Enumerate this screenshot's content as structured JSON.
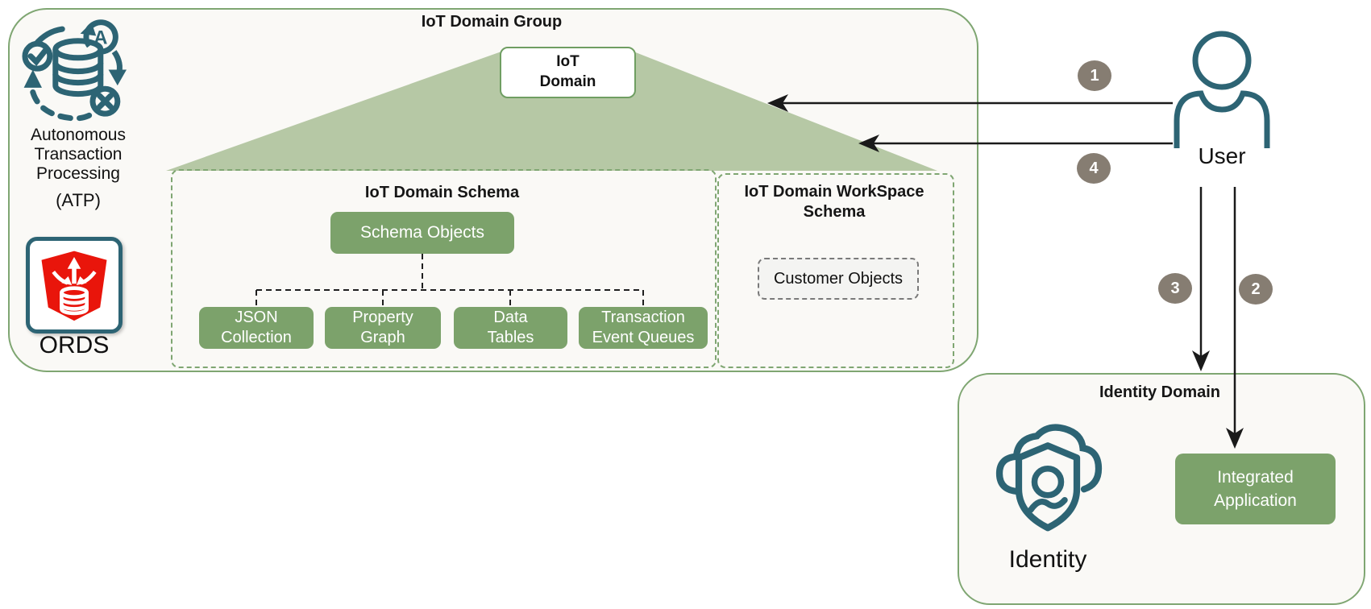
{
  "colors": {
    "teal": "#2d6474",
    "box_green": "#7ca26b",
    "border_green": "#7fa672",
    "triangle_green": "#b6c8a5",
    "panel_bg": "#faf9f6",
    "ords_red": "#e9150b",
    "badge_taupe": "#867d72",
    "arrow_black": "#1a1a1a"
  },
  "iot_domain_group": {
    "title": "IoT Domain Group",
    "domain_box": {
      "line1": "IoT",
      "line2": "Domain"
    },
    "schema": {
      "title": "IoT Domain Schema",
      "root_box": "Schema Objects",
      "children": [
        {
          "line1": "JSON",
          "line2": "Collection"
        },
        {
          "line1": "Property",
          "line2": "Graph"
        },
        {
          "line1": "Data",
          "line2": "Tables"
        },
        {
          "line1": "Transaction",
          "line2": "Event Queues"
        }
      ]
    },
    "workspace": {
      "title_line1": "IoT Domain WorkSpace",
      "title_line2": "Schema",
      "customer_box": "Customer Objects"
    }
  },
  "left_panel": {
    "atp_name_line1": "Autonomous",
    "atp_name_line2": "Transaction",
    "atp_name_line3": "Processing",
    "atp_abbrev": "(ATP)",
    "ords_label": "ORDS"
  },
  "user": {
    "label": "User"
  },
  "identity_domain": {
    "title": "Identity Domain",
    "identity_label": "Identity",
    "integrated_app": {
      "line1": "Integrated",
      "line2": "Application"
    }
  },
  "flow_badges": [
    {
      "label": "1"
    },
    {
      "label": "4"
    },
    {
      "label": "3"
    },
    {
      "label": "2"
    }
  ]
}
